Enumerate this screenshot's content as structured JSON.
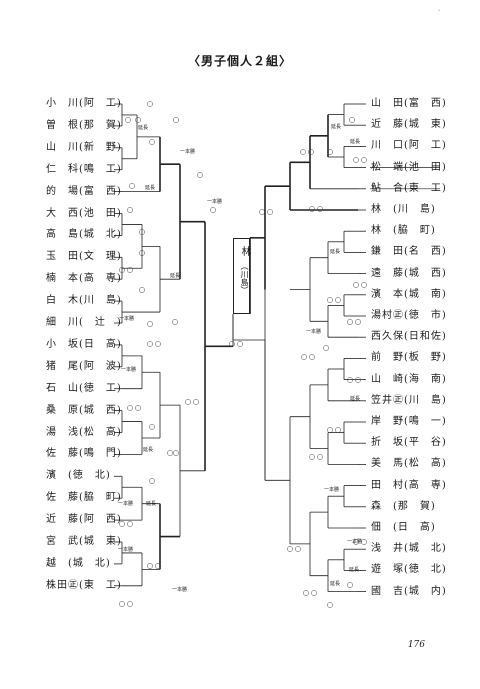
{
  "title": "〈男子個人２組〉",
  "page_number": "176",
  "top_mark": "、",
  "champion": {
    "name": "林",
    "school": "（川島）"
  },
  "left_players": [
    "小　川(阿　工)",
    "曽　根(那　賀)",
    "山　川(新　野)",
    "仁　科(鳴　工)",
    "的　場(富　西)",
    "大　西(池　田)",
    "高　島(城　北)",
    "玉　田(文　理)",
    "楠　本(高　専)",
    "白　木(川　島)",
    "細　川(　辻　)",
    "小　坂(日　高)",
    "猪　尾(阿　波)",
    "石　山(徳　工)",
    "桑　原(城　西)",
    "湯　浅(松　高)",
    "佐　藤(鳴　門)",
    "濱　(徳　北)",
    "佐　藤(脇　町)",
    "近　藤(阿　西)",
    "宮　武(城　東)",
    "越　(城　北)",
    "株田㊣(東　工)"
  ],
  "right_players": [
    "山　田(富　西)",
    "近　藤(城　東)",
    "川　口(阿　工)",
    "松　端(池　田)",
    "鮎　合(東　工)",
    "林　(川　島)",
    "林　(脇　町)",
    "鎌　田(名　西)",
    "遠　藤(城　西)",
    "濱　本(城　南)",
    "湯村㊣(徳　市)",
    "西久保(日和佐)",
    "前　野(板　野)",
    "山　崎(海　南)",
    "笠井㊣(川　島)",
    "岸　野(鳴　一)",
    "折　坂(平　谷)",
    "美　馬(松　高)",
    "田　村(高　専)",
    "森　(那　賀)",
    "佃　(日　高)",
    "浅　井(城　北)",
    "遊　塚(徳　北)",
    "國　吉(城　内)"
  ],
  "notes": {
    "encho": "延長",
    "ippon": "一本勝"
  }
}
